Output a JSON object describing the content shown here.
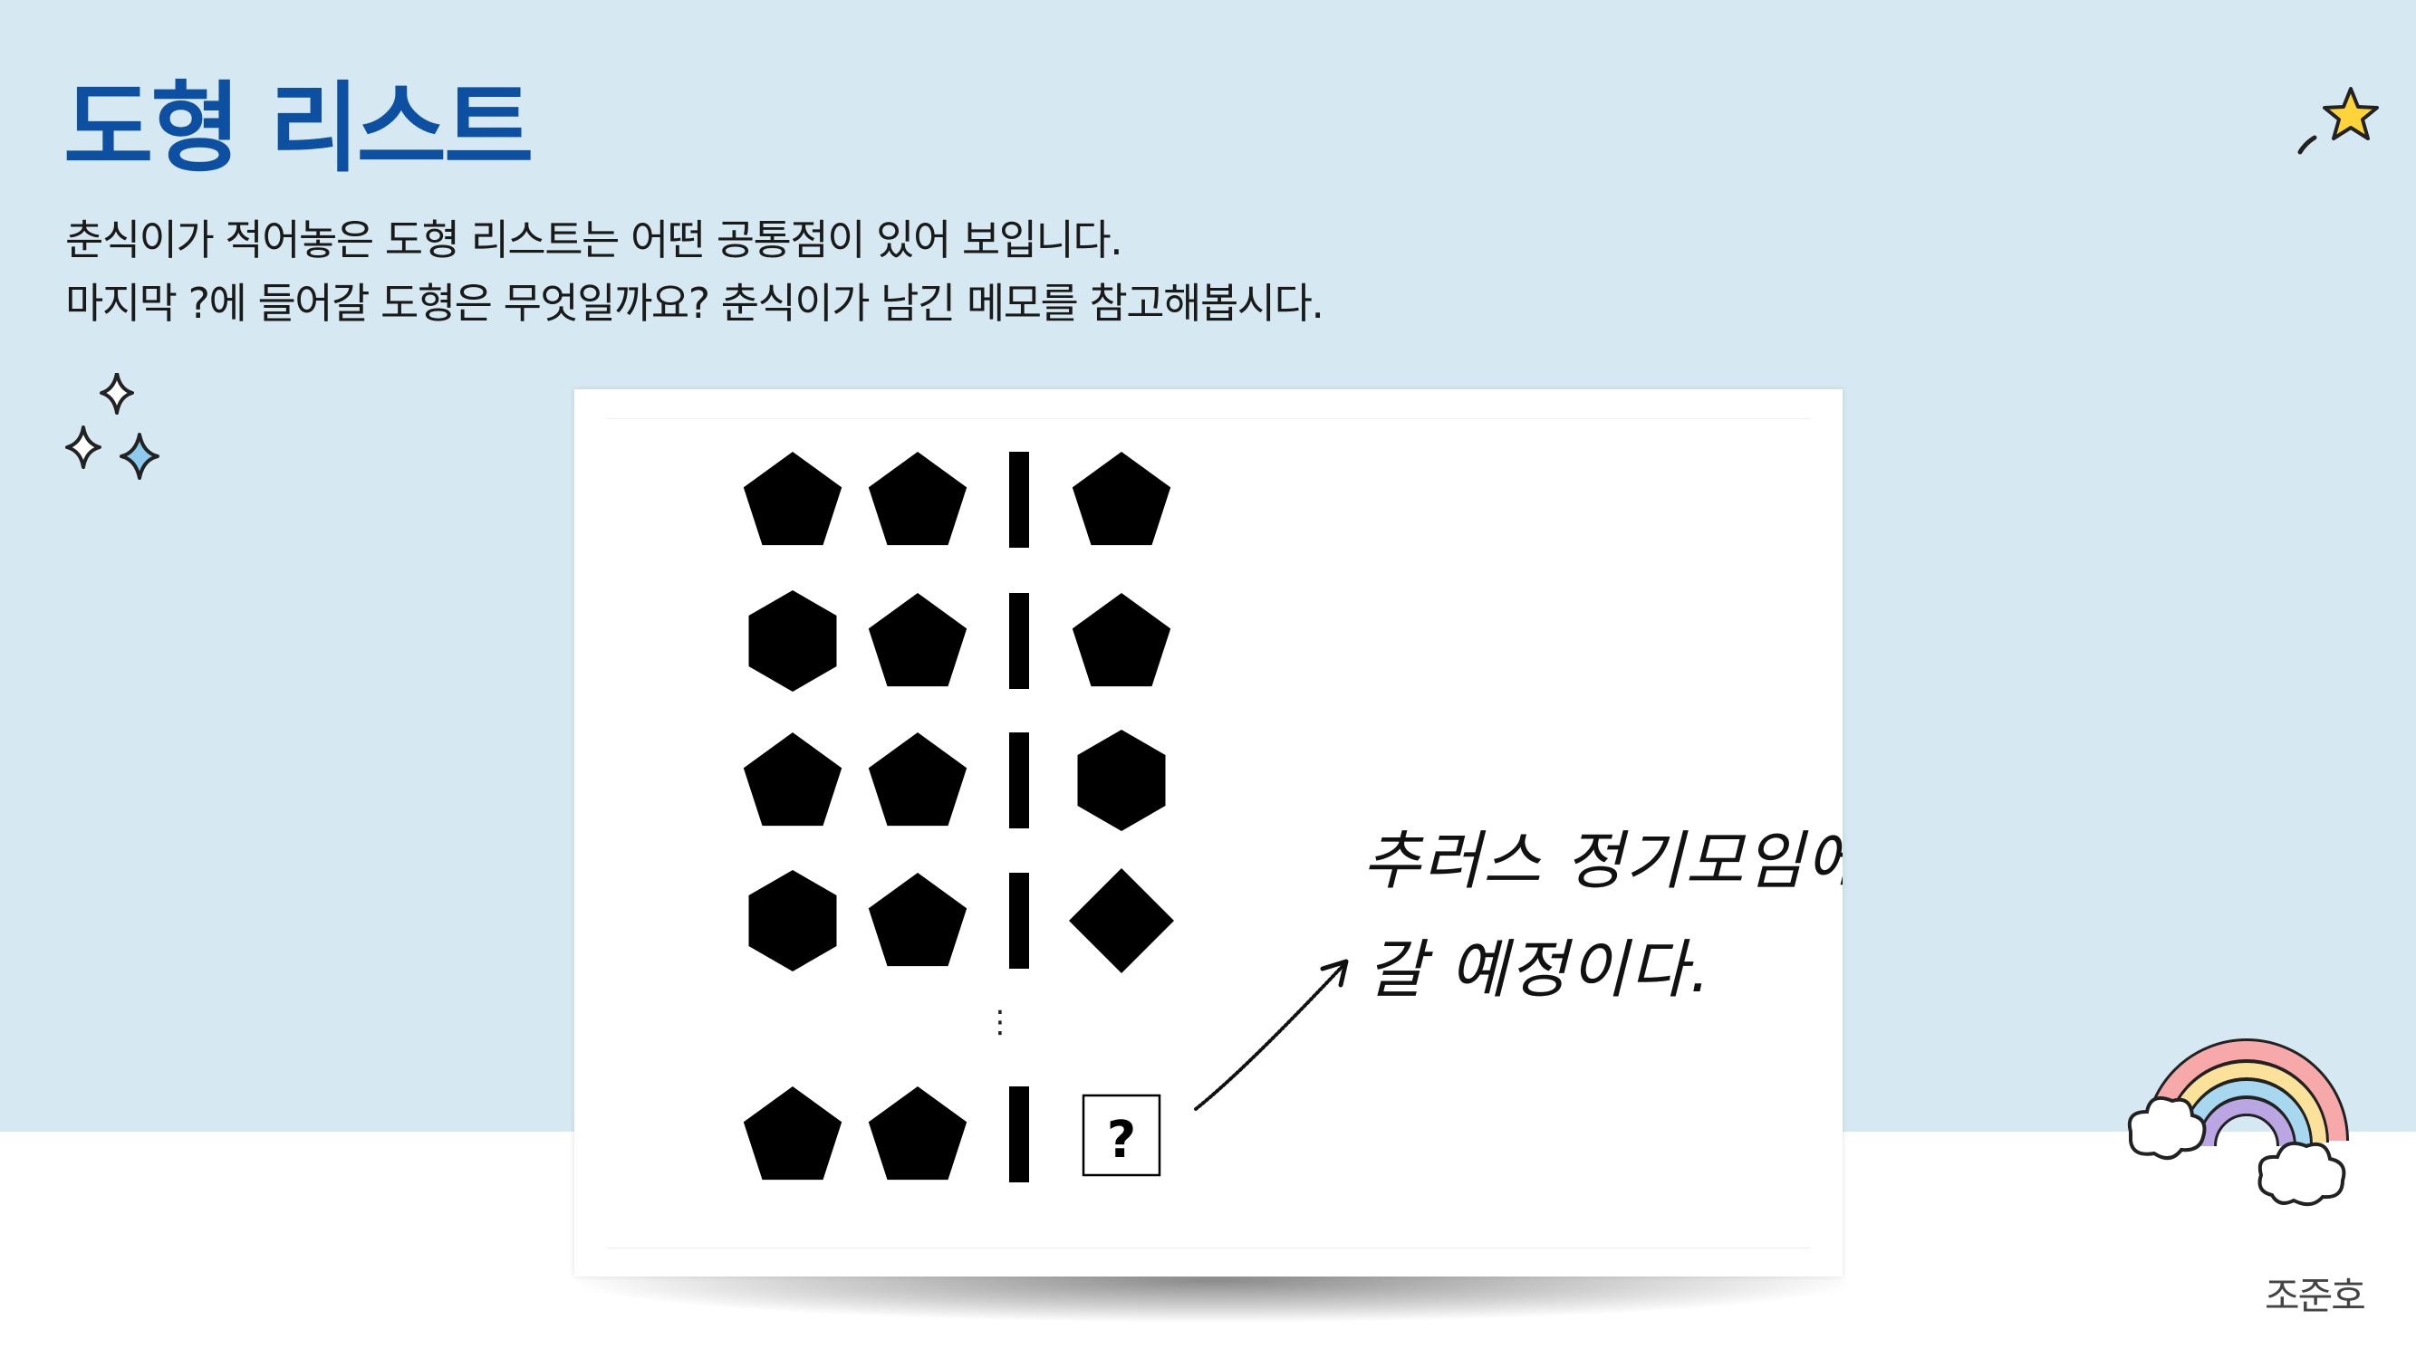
{
  "title": "도형 리스트",
  "description": {
    "line1": "춘식이가 적어놓은 도형 리스트는 어떤 공통점이 있어 보입니다.",
    "line2": "마지막 ?에 들어갈 도형은 무엇일까요? 춘식이가 남긴 메모를 참고해봅시다."
  },
  "puzzle": {
    "rows": [
      {
        "left": [
          "pentagon-icon",
          "pentagon-icon"
        ],
        "right": "pentagon-icon"
      },
      {
        "left": [
          "hexagon-icon",
          "pentagon-icon"
        ],
        "right": "pentagon-icon"
      },
      {
        "left": [
          "pentagon-icon",
          "pentagon-icon"
        ],
        "right": "hexagon-icon"
      },
      {
        "left": [
          "hexagon-icon",
          "pentagon-icon"
        ],
        "right": "diamond-icon"
      },
      {
        "left": [
          "pentagon-icon",
          "pentagon-icon"
        ],
        "right": "question-box"
      }
    ],
    "ellipsis": "⋮",
    "question_mark": "?",
    "memo_line1": "추러스 정기모임에",
    "memo_line2": "갈 예정이다."
  },
  "author": "조준호",
  "colors": {
    "background_top": "#d6e9f2",
    "title": "#0d4fa0",
    "shape_fill": "#000000"
  }
}
